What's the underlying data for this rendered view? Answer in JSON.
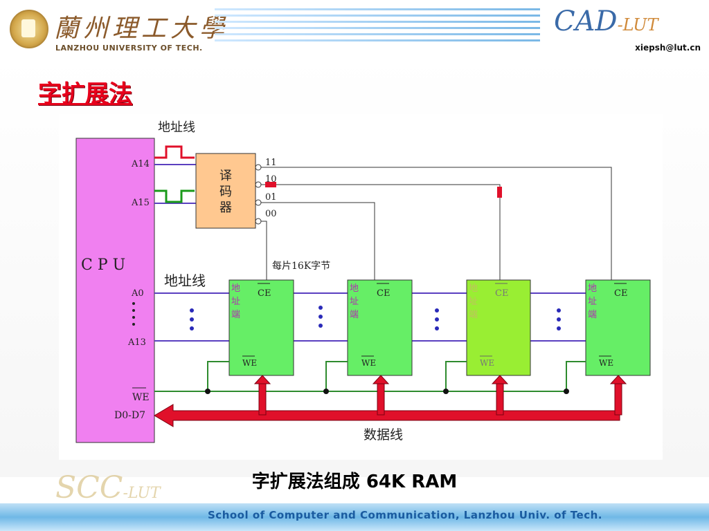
{
  "header": {
    "university_cn": "蘭州理工大學",
    "university_en": "LANZHOU UNIVERSITY OF TECH.",
    "cad_logo_main": "CAD",
    "cad_logo_sub": "-LUT",
    "email": "xiepsh@lut.cn"
  },
  "title": "字扩展法",
  "diagram": {
    "address_line_top": "地址线",
    "cpu_label": "C P U",
    "a14": "A14",
    "a15": "A15",
    "a0": "A0",
    "a13": "A13",
    "we_bar": "WE",
    "d0_d7": "D0-D7",
    "decoder": [
      "译",
      "码",
      "器"
    ],
    "outputs": [
      "11",
      "10",
      "01",
      "00"
    ],
    "chip_capacity": "每片16K字节",
    "address_line_mid": "地址线",
    "chip_addr_label": [
      "地",
      "址",
      "端"
    ],
    "ce": "CE",
    "we": "WE",
    "data_line": "数据线",
    "colors": {
      "cpu": "#f080f0",
      "decoder": "#ffc890",
      "chip": "#66ee66",
      "chip_selected": "#99ee33",
      "bus": "#e0102a",
      "address_wire": "#5a3fc0",
      "control_wire": "#2e8b2e",
      "signal_red": "#e0102a",
      "signal_green": "#1a9a1a"
    }
  },
  "caption_cn": "字扩展法组成",
  "caption_en": "64K RAM",
  "footer": {
    "school": "School of Computer and Communication, Lanzhou Univ. of Tech.",
    "logo_main": "SCC",
    "logo_sub": "-LUT"
  }
}
